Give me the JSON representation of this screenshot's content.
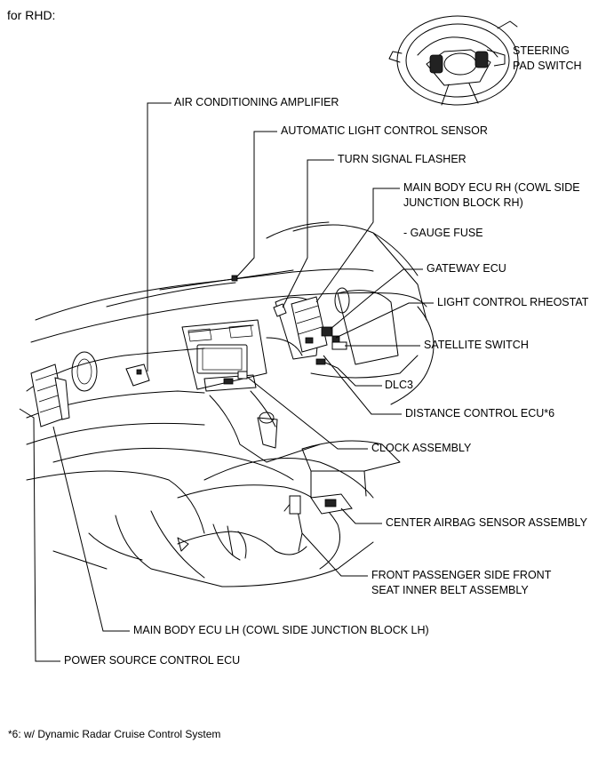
{
  "heading": "for RHD:",
  "labels": {
    "steering_pad_switch": "STEERING\nPAD SWITCH",
    "air_conditioning_amplifier": "AIR CONDITIONING AMPLIFIER",
    "automatic_light_control_sensor": "AUTOMATIC LIGHT CONTROL SENSOR",
    "turn_signal_flasher": "TURN SIGNAL FLASHER",
    "main_body_ecu_rh": "MAIN BODY ECU RH (COWL SIDE\nJUNCTION BLOCK RH)",
    "gauge_fuse": "- GAUGE FUSE",
    "gateway_ecu": "GATEWAY ECU",
    "light_control_rheostat": "LIGHT CONTROL RHEOSTAT",
    "satellite_switch": "SATELLITE SWITCH",
    "dlc3": "DLC3",
    "distance_control_ecu": "DISTANCE CONTROL ECU*6",
    "clock_assembly": "CLOCK ASSEMBLY",
    "center_airbag_sensor_assembly": "CENTER AIRBAG SENSOR ASSEMBLY",
    "front_passenger_seat_inner_belt": "FRONT PASSENGER SIDE FRONT\nSEAT INNER BELT ASSEMBLY",
    "main_body_ecu_lh": "MAIN BODY ECU LH (COWL SIDE JUNCTION BLOCK LH)",
    "power_source_control_ecu": "POWER SOURCE CONTROL ECU"
  },
  "footnote": "*6: w/ Dynamic Radar Cruise Control System"
}
